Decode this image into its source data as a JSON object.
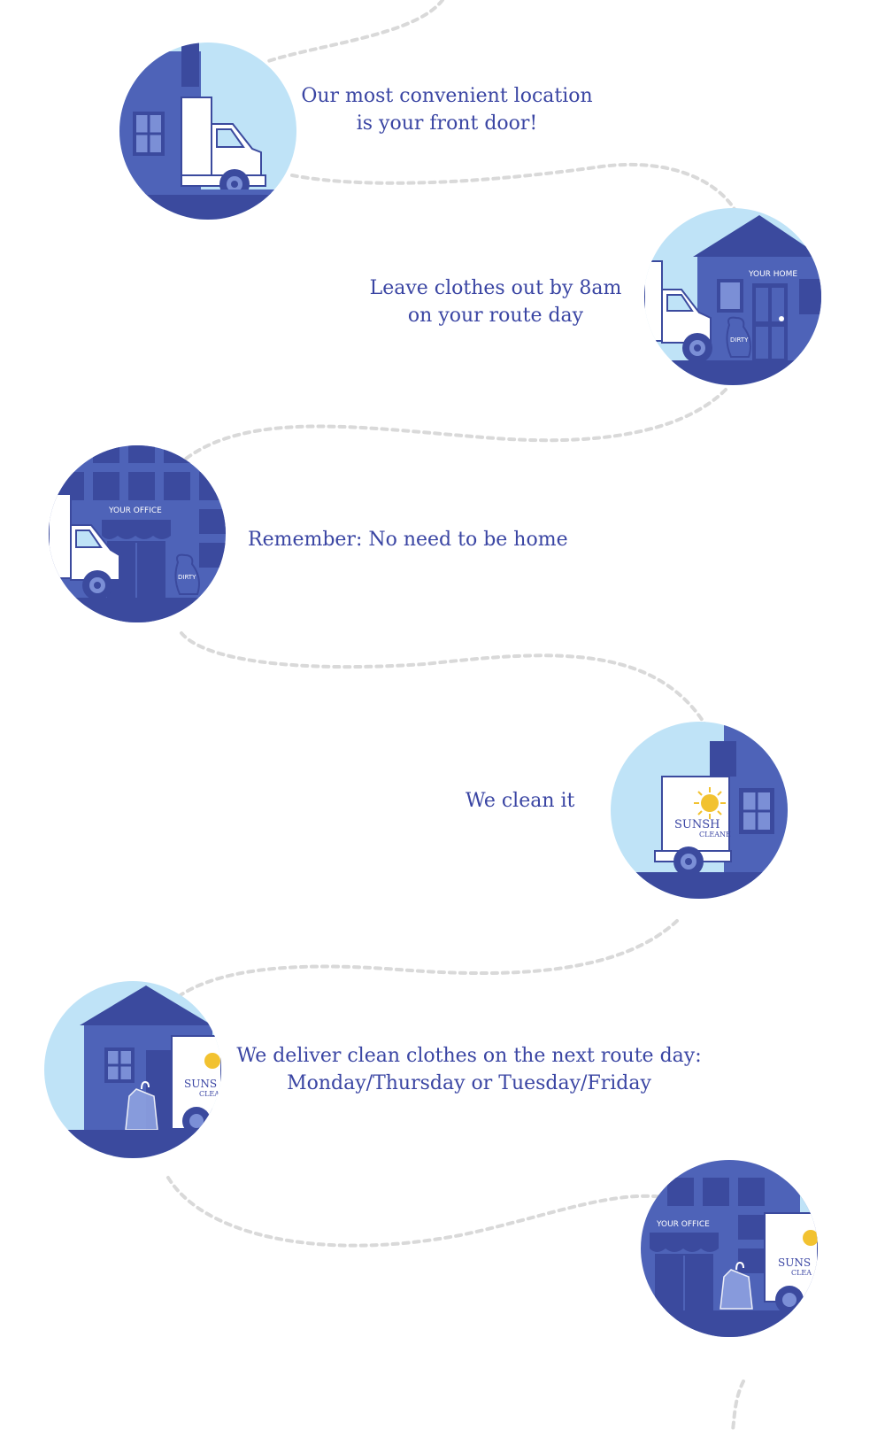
{
  "colors": {
    "accent": "#3a45a3",
    "building": "#4e63b8",
    "building_dark": "#3b4a9e",
    "sky": "#bfe3f7",
    "truck": "#ffffff",
    "path": "#d9d9d9",
    "sun": "#f2c230"
  },
  "steps": [
    {
      "illustration": "truck-at-building",
      "lines": [
        "Our most convenient location",
        "is your front door!"
      ]
    },
    {
      "illustration": "your-home-with-dirty-bag",
      "sign_label": "YOUR HOME",
      "bag_label": "DIRTY",
      "lines": [
        "Leave clothes out by 8am",
        "on your route day"
      ]
    },
    {
      "illustration": "your-office-with-dirty-bag",
      "sign_label": "YOUR OFFICE",
      "bag_label": "DIRTY",
      "lines": [
        "Remember: No need to be home"
      ]
    },
    {
      "illustration": "sunshine-cleaners-truck",
      "truck_brand": "SUNSH",
      "truck_brand_sub": "CLEANE",
      "lines": [
        "We clean it"
      ]
    },
    {
      "illustration": "home-delivery-clean-clothes",
      "truck_brand": "SUNS",
      "truck_brand_sub": "CLEA",
      "lines": [
        "We deliver clean clothes on the next route day:",
        "Monday/Thursday or Tuesday/Friday"
      ]
    },
    {
      "illustration": "office-delivery-clean-clothes",
      "sign_label": "YOUR OFFICE",
      "truck_brand": "SUNS",
      "truck_brand_sub": "CLEA",
      "lines": []
    }
  ]
}
